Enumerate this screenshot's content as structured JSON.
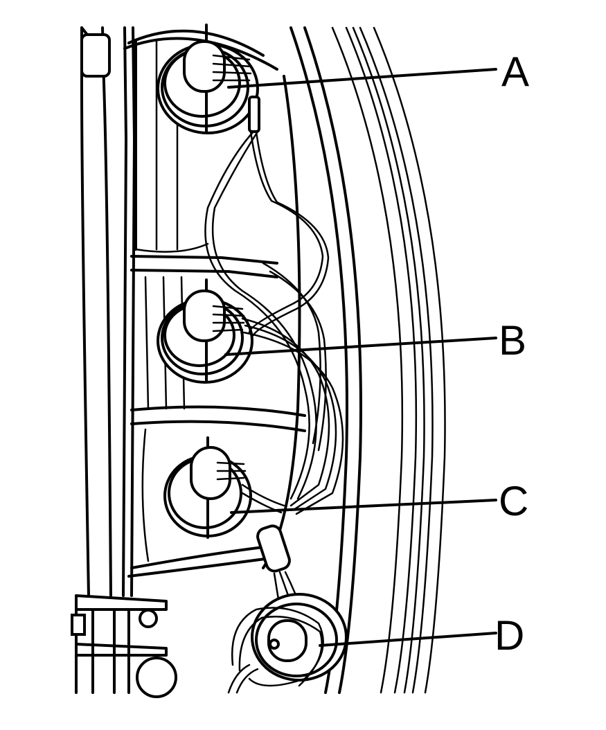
{
  "callouts": [
    {
      "id": "A",
      "label": "A"
    },
    {
      "id": "B",
      "label": "B"
    },
    {
      "id": "C",
      "label": "C"
    },
    {
      "id": "D",
      "label": "D"
    }
  ],
  "colors": {
    "line": "#000000",
    "background": "#ffffff"
  }
}
